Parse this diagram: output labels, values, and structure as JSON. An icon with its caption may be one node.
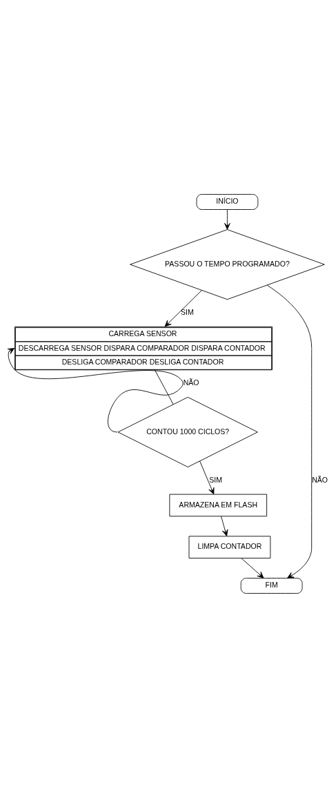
{
  "diagram": {
    "nodes": [
      {
        "text": [
          "INÍCIO"
        ]
      },
      {
        "text": [
          "PASSOU O TEMPO PROGRAMADO?"
        ]
      },
      {
        "text": [
          "CARREGA SENSOR",
          "DESCARREGA SENSOR DISPARA COMPARADOR DISPARA CONTADOR",
          "DESLIGA COMPARADOR DESLIGA CONTADOR"
        ]
      },
      {
        "text": [
          "CONTOU 1000 CICLOS?"
        ]
      },
      {
        "text": [
          "ARMAZENA EM FLASH"
        ]
      },
      {
        "text": [
          "LIMPA CONTADOR"
        ]
      },
      {
        "text": [
          "FIM"
        ]
      }
    ],
    "edges": [
      {
        "from": 0,
        "to": 1,
        "arrow": "to"
      },
      {
        "from": 1,
        "to": 2,
        "arrow": "to",
        "label": "SIM"
      },
      {
        "from": 1,
        "to": 6,
        "arrow": "to",
        "label": "NÃO"
      },
      {
        "from": 2,
        "to": 3,
        "arrow": "none"
      },
      {
        "from": 3,
        "to": 2,
        "arrow": "to",
        "label": "NÃO"
      },
      {
        "from": 3,
        "to": 4,
        "arrow": "to",
        "label": "SIM"
      },
      {
        "from": 4,
        "to": 5,
        "arrow": "to"
      },
      {
        "from": 5,
        "to": 6,
        "arrow": "to"
      }
    ]
  }
}
